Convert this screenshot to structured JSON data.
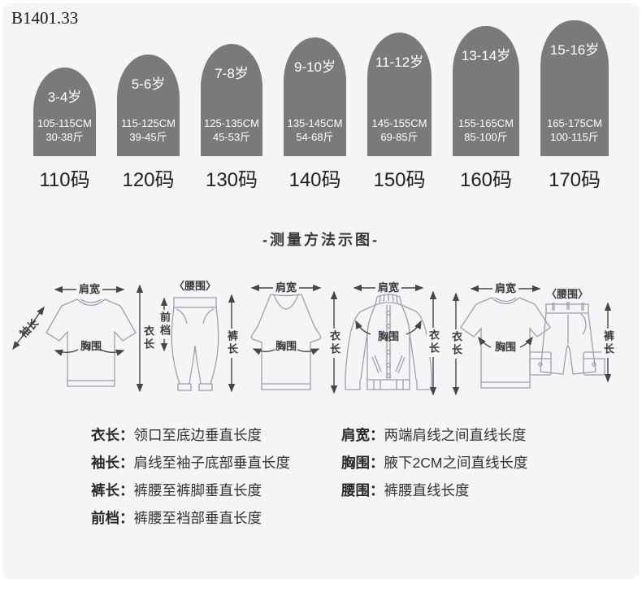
{
  "product_code": "B1401.33",
  "size_chart": {
    "sizes": [
      {
        "age": "3-4岁",
        "height": "105-115CM",
        "weight": "30-38斤",
        "size": "110码"
      },
      {
        "age": "5-6岁",
        "height": "115-125CM",
        "weight": "39-45斤",
        "size": "120码"
      },
      {
        "age": "7-8岁",
        "height": "125-135CM",
        "weight": "45-53斤",
        "size": "130码"
      },
      {
        "age": "9-10岁",
        "height": "135-145CM",
        "weight": "54-68斤",
        "size": "140码"
      },
      {
        "age": "11-12岁",
        "height": "145-155CM",
        "weight": "69-85斤",
        "size": "150码"
      },
      {
        "age": "13-14岁",
        "height": "155-165CM",
        "weight": "85-100斤",
        "size": "160码"
      },
      {
        "age": "15-16岁",
        "height": "165-175CM",
        "weight": "100-115斤",
        "size": "170码"
      }
    ]
  },
  "measure_section": {
    "title": "-测量方法示图-",
    "labels": {
      "shoulder": "肩宽",
      "sleeve": "袖长",
      "chest": "胸围",
      "length": "衣长",
      "waist": "〈腰围〉",
      "front_rise": "前档",
      "pants_length": "裤长"
    }
  },
  "definitions": {
    "left": [
      {
        "term": "衣长：",
        "desc": "领口至底边垂直长度"
      },
      {
        "term": "袖长：",
        "desc": "肩线至袖子底部垂直长度"
      },
      {
        "term": "裤长：",
        "desc": "裤腰至裤脚垂直长度"
      },
      {
        "term": "前档：",
        "desc": "裤腰至裆部垂直长度"
      }
    ],
    "right": [
      {
        "term": "肩宽：",
        "desc": "两端肩线之间直线长度"
      },
      {
        "term": "胸围：",
        "desc": "腋下2CM之间直线长度"
      },
      {
        "term": "腰围：",
        "desc": "裤腰直线长度"
      }
    ]
  },
  "colors": {
    "badge_gray": "#7a7a7a",
    "card_background": "#f5f5f7",
    "arrow_dark": "#46464a",
    "garment_line": "#9ba1a8"
  }
}
